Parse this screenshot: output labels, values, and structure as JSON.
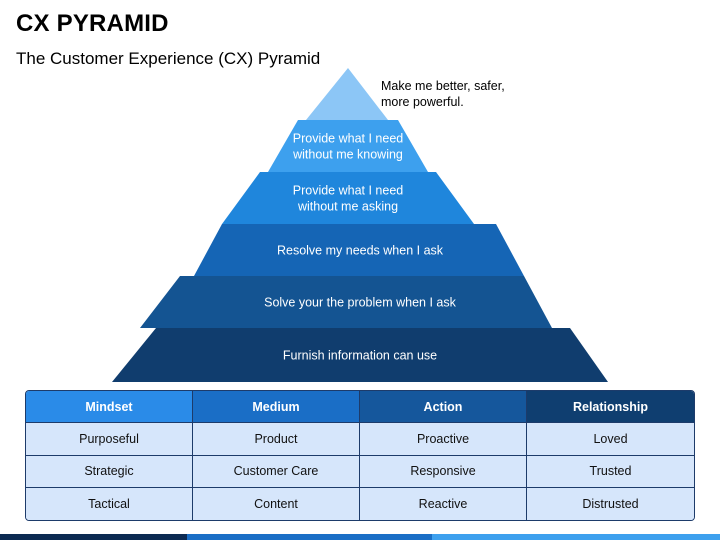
{
  "title": "CX PYRAMID",
  "subtitle": "The Customer Experience (CX) Pyramid",
  "apex_note": "Make me better, safer, more powerful.",
  "tiers": [
    {
      "lines": [
        "Provide what I need",
        "without me knowing"
      ],
      "color": "#3da0ee"
    },
    {
      "lines": [
        "Provide what I need",
        "without me asking"
      ],
      "color": "#1f86dc"
    },
    {
      "lines": [
        "Resolve my needs when I ask"
      ],
      "color": "#1565b5"
    },
    {
      "lines": [
        "Solve your the problem when I ask"
      ],
      "color": "#145492"
    },
    {
      "lines": [
        "Furnish information can use"
      ],
      "color": "#103d6e"
    }
  ],
  "apex_color": "#8cc6f6",
  "table": {
    "headers": [
      {
        "label": "Mindset",
        "color": "#2a8be8"
      },
      {
        "label": "Medium",
        "color": "#1a6ec6"
      },
      {
        "label": "Action",
        "color": "#15579c"
      },
      {
        "label": "Relationship",
        "color": "#0f3e70"
      }
    ],
    "rows": [
      [
        "Purposeful",
        "Product",
        "Proactive",
        "Loved"
      ],
      [
        "Strategic",
        "Customer Care",
        "Responsive",
        "Trusted"
      ],
      [
        "Tactical",
        "Content",
        "Reactive",
        "Distrusted"
      ]
    ]
  },
  "bottom_bar_colors": [
    "#0c2a52",
    "#1a6ec6",
    "#3da0ee"
  ]
}
